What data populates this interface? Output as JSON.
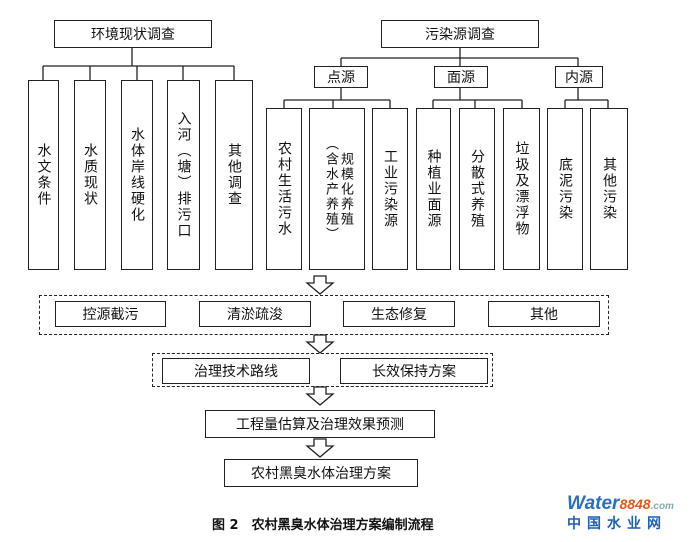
{
  "survey_env": {
    "title": "环境现状调查",
    "items": [
      "水文条件",
      "水质现状",
      "水体岸线硬化",
      "入河（塘）排污口",
      "其他调查"
    ]
  },
  "survey_pollution": {
    "title": "污染源调查",
    "groups": [
      {
        "title": "点源",
        "items": [
          "农村生活污水",
          "（含水产养殖）",
          "规模化养殖",
          "工业污染源"
        ]
      },
      {
        "title": "面源",
        "items": [
          "种植业面源",
          "分散式养殖",
          "垃圾及漂浮物"
        ]
      },
      {
        "title": "内源",
        "items": [
          "底泥污染",
          "其他污染"
        ]
      }
    ]
  },
  "measures": [
    "控源截污",
    "清淤疏浚",
    "生态修复",
    "其他"
  ],
  "routes": [
    "治理技术路线",
    "长效保持方案"
  ],
  "estimate": "工程量估算及治理效果预测",
  "final": "农村黑臭水体治理方案",
  "caption": "图 2　农村黑臭水体治理方案编制流程",
  "logo": {
    "word_a": "Water",
    "word_b": "8848",
    "word_c": ".com",
    "cn": "中国水业网"
  }
}
